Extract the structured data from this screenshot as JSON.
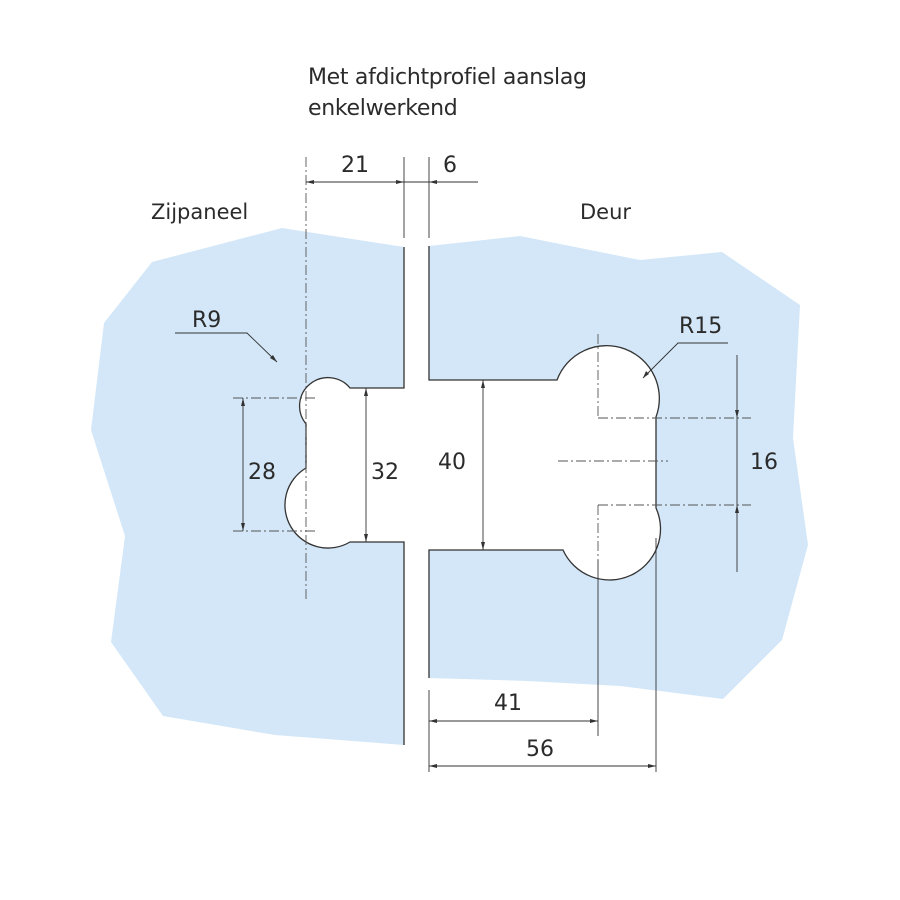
{
  "title": {
    "line1": "Met afdichtprofiel aanslag",
    "line2": "enkelwerkend"
  },
  "panels": {
    "left": "Zijpaneel",
    "right": "Deur"
  },
  "dimensions": {
    "top_left": "21",
    "top_right": "6",
    "radius_left": "R9",
    "radius_right": "R15",
    "left_pitch": "28",
    "left_gap": "32",
    "right_gap": "40",
    "right_pitch": "16",
    "bottom_inner": "41",
    "bottom_outer": "56"
  },
  "colors": {
    "glass_fill": "#d3e7f8",
    "line": "#333333",
    "text": "#2b2b2b"
  }
}
